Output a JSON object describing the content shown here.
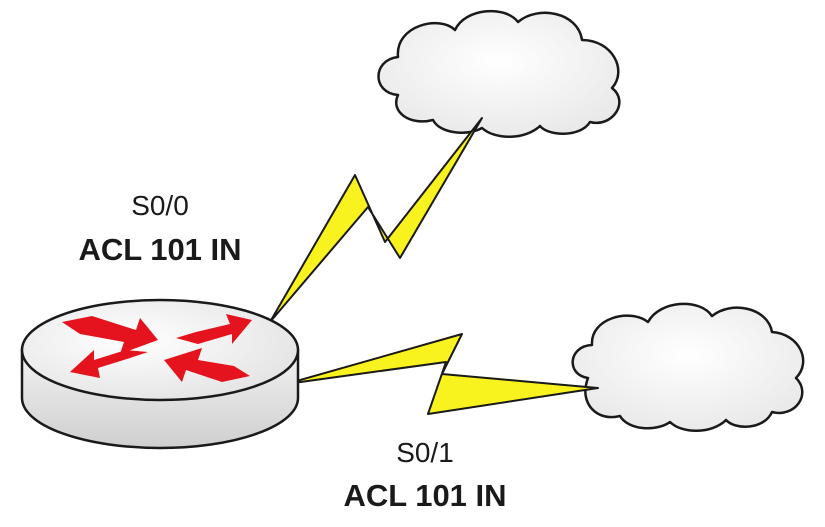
{
  "links": [
    {
      "interface": "S0/0",
      "acl": "ACL 101 IN"
    },
    {
      "interface": "S0/1",
      "acl": "ACL 101 IN"
    }
  ],
  "colors": {
    "cloud_fill": "#f4f4f4",
    "cloud_stroke": "#1a1a1a",
    "lightning_fill": "#f8f21e",
    "lightning_stroke": "#1a1a1a",
    "router_body": "#e6e6e6",
    "router_top": "#f5f5f5",
    "router_arrows": "#e4131d"
  },
  "icons": [
    "router-icon",
    "cloud-icon",
    "serial-link-lightning-icon"
  ]
}
